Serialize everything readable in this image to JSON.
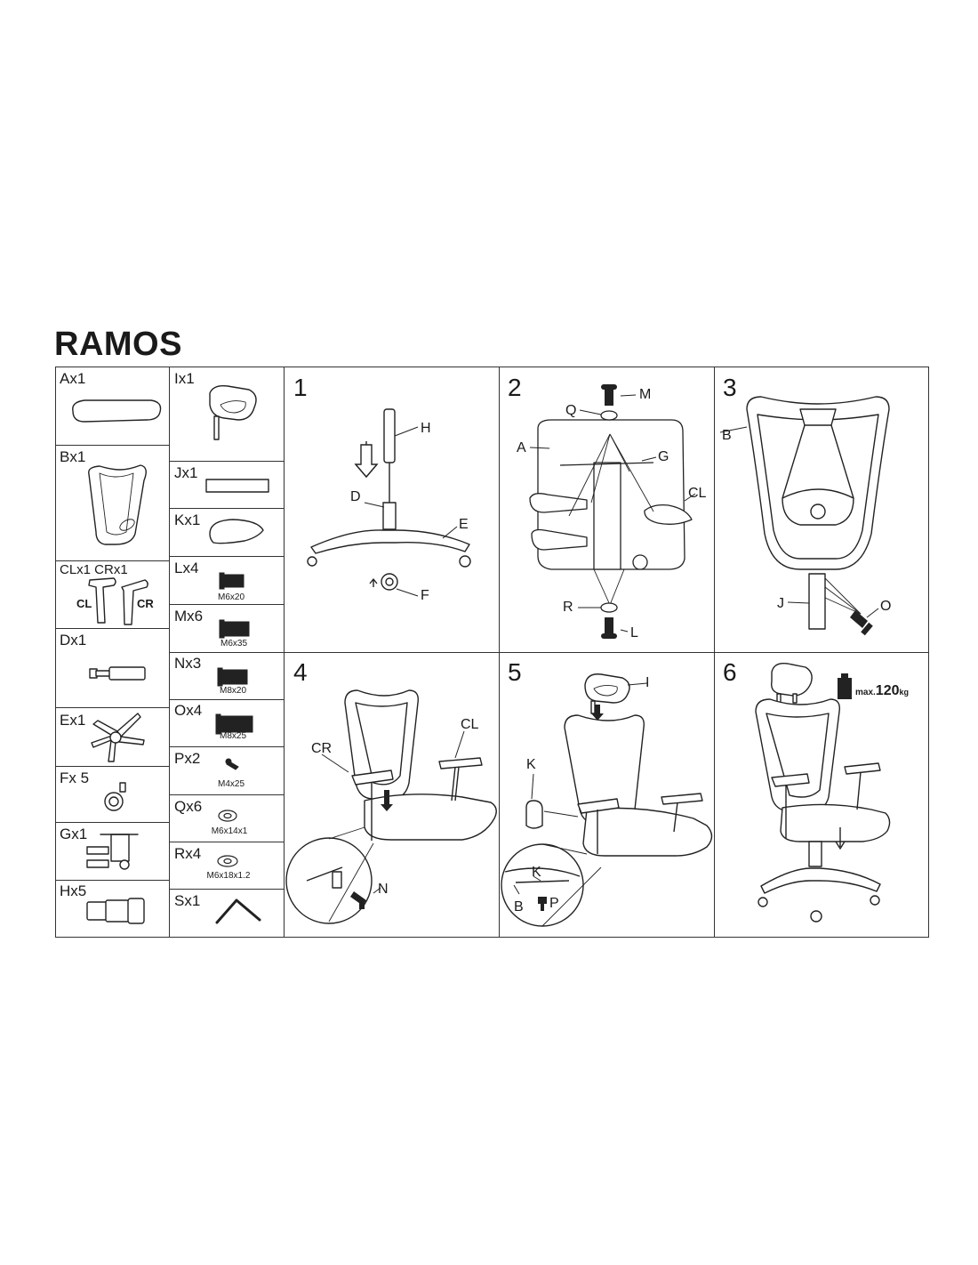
{
  "title": "RAMOS",
  "parts_left": [
    {
      "label": "Ax1"
    },
    {
      "label": "Bx1"
    },
    {
      "label": "CLx1  CRx1",
      "sub_left": "CL",
      "sub_right": "CR"
    },
    {
      "label": "Dx1"
    },
    {
      "label": "Ex1"
    },
    {
      "label": "Fx 5"
    },
    {
      "label": "Gx1"
    },
    {
      "label": "Hx5"
    }
  ],
  "parts_right": [
    {
      "label": "Ix1",
      "size": ""
    },
    {
      "label": "Jx1",
      "size": ""
    },
    {
      "label": "Kx1",
      "size": ""
    },
    {
      "label": "Lx4",
      "size": "M6x20"
    },
    {
      "label": "Mx6",
      "size": "M6x35"
    },
    {
      "label": "Nx3",
      "size": "M8x20"
    },
    {
      "label": "Ox4",
      "size": "M8x25"
    },
    {
      "label": "Px2",
      "size": "M4x25"
    },
    {
      "label": "Qx6",
      "size": "M6x14x1"
    },
    {
      "label": "Rx4",
      "size": "M6x18x1.2"
    },
    {
      "label": "Sx1",
      "size": ""
    }
  ],
  "steps": [
    {
      "number": "1",
      "callouts": [
        "H",
        "D",
        "E",
        "F"
      ]
    },
    {
      "number": "2",
      "callouts": [
        "M",
        "Q",
        "A",
        "G",
        "CL",
        "R",
        "L"
      ]
    },
    {
      "number": "3",
      "callouts": [
        "B",
        "J",
        "O"
      ]
    },
    {
      "number": "4",
      "callouts": [
        "CR",
        "CL",
        "N"
      ]
    },
    {
      "number": "5",
      "callouts": [
        "I",
        "K",
        "K",
        "B",
        "P"
      ]
    },
    {
      "number": "6",
      "callouts": []
    }
  ],
  "max_load": {
    "prefix": "max.",
    "value": "120",
    "unit": "kg"
  }
}
